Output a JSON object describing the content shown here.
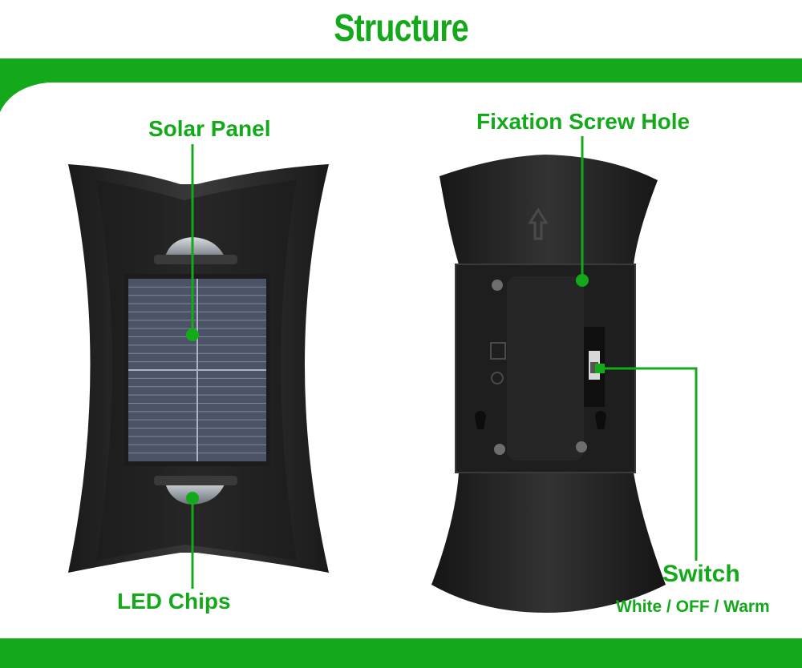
{
  "header": {
    "title": "Structure"
  },
  "labels": {
    "solar_panel": "Solar Panel",
    "led_chips": "LED Chips",
    "fixation_screw_hole": "Fixation Screw Hole",
    "switch": "Switch",
    "switch_modes": "White / OFF / Warm"
  },
  "colors": {
    "accent": "#14a91a",
    "product": "#2a2a2a",
    "panel": "#4a5466"
  }
}
